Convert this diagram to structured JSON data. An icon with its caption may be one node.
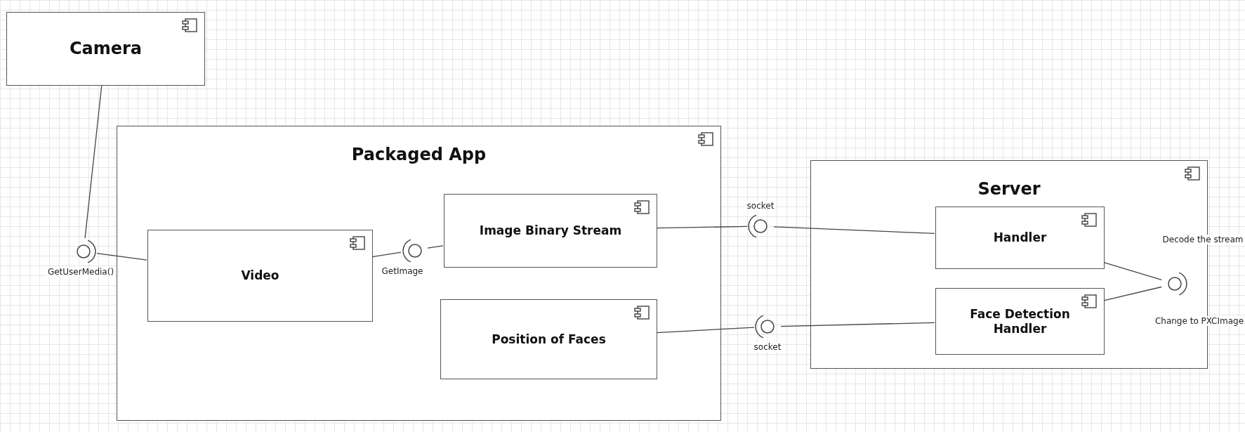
{
  "diagram": {
    "nodes": [
      {
        "text": [
          "Camera"
        ]
      },
      {
        "text": [
          "Packaged App"
        ]
      },
      {
        "text": [
          "Video"
        ],
        "in": 1
      },
      {
        "text": [
          "Image Binary Stream"
        ],
        "in": 1
      },
      {
        "text": [
          "Position of Faces"
        ],
        "in": 1
      },
      {
        "text": [
          "Server"
        ]
      },
      {
        "text": [
          "Handler"
        ],
        "in": 5
      },
      {
        "text": [
          "Face Detection Handler"
        ],
        "in": 5
      },
      {
        "text": [
          "GetUserMedia()"
        ]
      },
      {
        "text": [
          "GetImage"
        ],
        "in": 1
      },
      {
        "text": [
          "socket"
        ]
      },
      {
        "text": [
          "socket"
        ]
      },
      {
        "text": [
          "Decode the stream",
          "Change to PXCImage"
        ]
      }
    ],
    "edges": [
      {
        "from": 0,
        "to": 8,
        "arrow": "none"
      },
      {
        "from": 8,
        "to": 2,
        "arrow": "none"
      },
      {
        "from": 2,
        "to": 9,
        "arrow": "none"
      },
      {
        "from": 9,
        "to": 3,
        "arrow": "none"
      },
      {
        "from": 3,
        "to": 10,
        "arrow": "none"
      },
      {
        "from": 10,
        "to": 6,
        "arrow": "none"
      },
      {
        "from": 4,
        "to": 11,
        "arrow": "none"
      },
      {
        "from": 11,
        "to": 7,
        "arrow": "none"
      },
      {
        "from": 6,
        "to": 12,
        "arrow": "none"
      },
      {
        "from": 7,
        "to": 12,
        "arrow": "none"
      }
    ]
  }
}
